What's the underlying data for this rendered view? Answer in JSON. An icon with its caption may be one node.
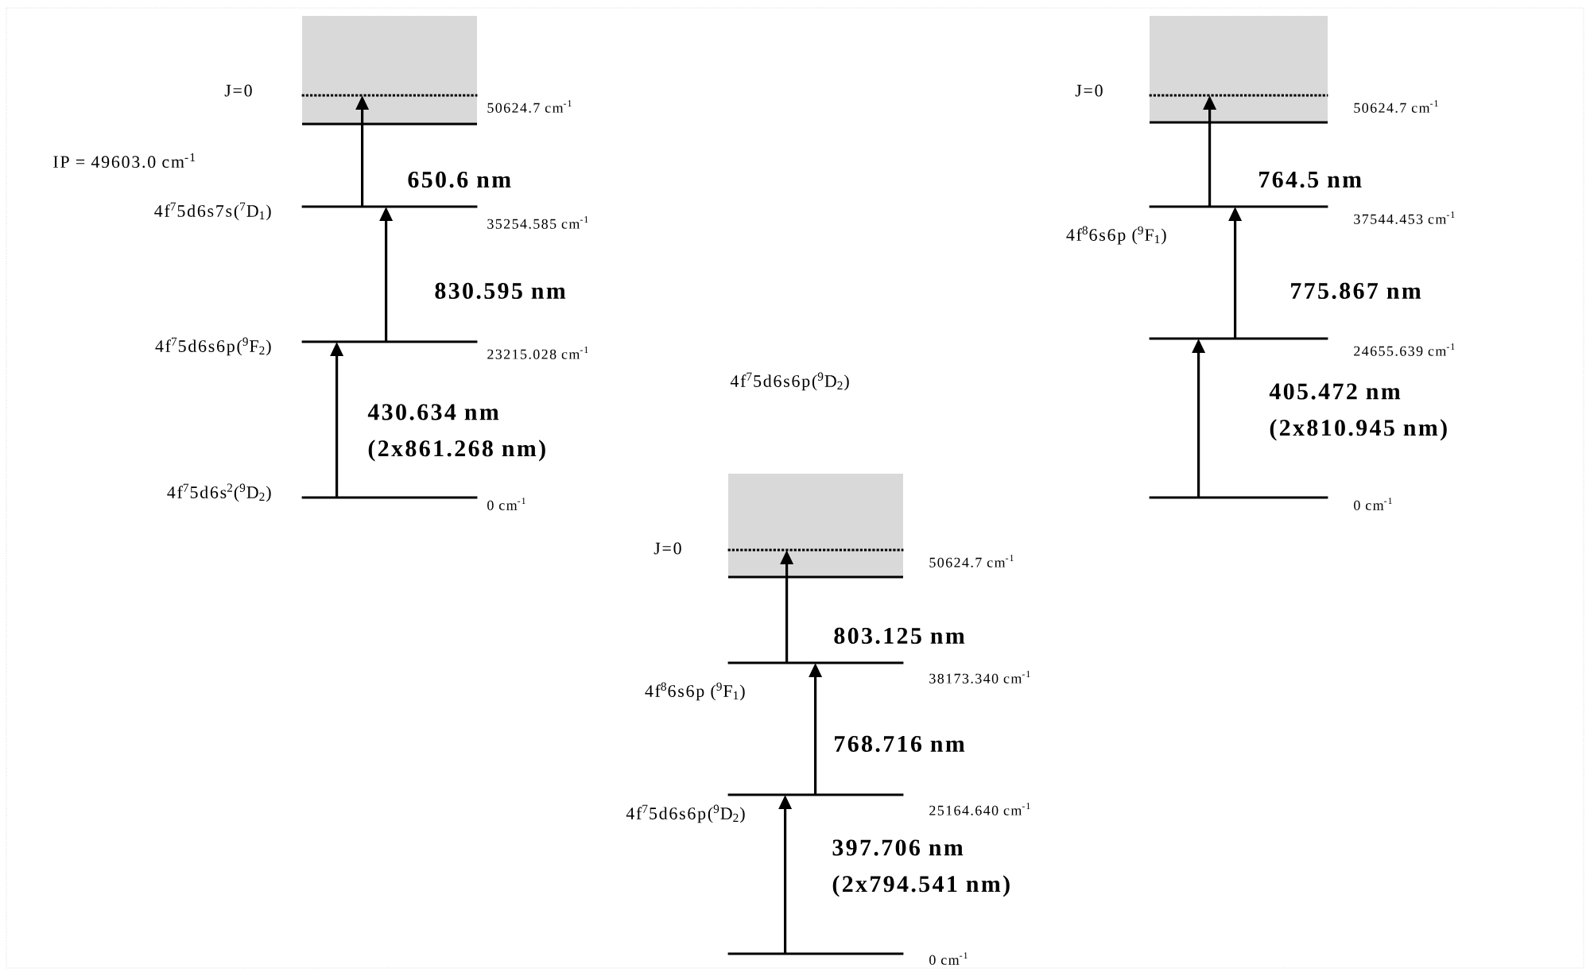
{
  "diagram": {
    "nodes": [
      {
        "text": [
          "J=0",
          "50624.7 cm$^{-1}$"
        ]
      },
      {
        "text": [
          "4f$^{7}$5d6s7s($^{7}$D$_{1}$)",
          "35254.585 cm$^{-1}$"
        ]
      },
      {
        "text": [
          "4f$^{7}$5d6s6p($^{9}$F$_{2}$)",
          "23215.028 cm$^{-1}$"
        ]
      },
      {
        "text": [
          "4f$^{7}$5d6s$^{2}$($^{9}$D$_{2}$)",
          "0 cm$^{-1}$"
        ]
      },
      {
        "text": [
          "J=0",
          "50624.7 cm$^{-1}$"
        ]
      },
      {
        "text": [
          "4f$^{8}$6s6p ($^{9}$F$_{1}$)",
          "37544.453 cm$^{-1}$"
        ]
      },
      {
        "text": [
          "4f$^{7}$5d6s6p($^{9}$D$_{2}$)",
          "24655.639 cm$^{-1}$"
        ]
      },
      {
        "text": [
          "0 cm$^{-1}$"
        ]
      },
      {
        "text": [
          "J=0",
          "50624.7 cm$^{-1}$"
        ]
      },
      {
        "text": [
          "4f$^{8}$6s6p ($^{9}$F$_{1}$)",
          "38173.340 cm$^{-1}$"
        ]
      },
      {
        "text": [
          "4f$^{7}$5d6s6p($^{9}$D$_{2}$)",
          "25164.640 cm$^{-1}$"
        ]
      },
      {
        "text": [
          "0 cm$^{-1}$"
        ]
      }
    ],
    "edges": [
      {
        "from": 3,
        "to": 2,
        "arrow": "to",
        "label": "430.634 nm (2x861.268 nm)"
      },
      {
        "from": 2,
        "to": 1,
        "arrow": "to",
        "label": "830.595 nm"
      },
      {
        "from": 1,
        "to": 0,
        "arrow": "to",
        "label": "650.6 nm"
      },
      {
        "from": 7,
        "to": 6,
        "arrow": "to",
        "label": "405.472 nm (2x810.945 nm)"
      },
      {
        "from": 6,
        "to": 5,
        "arrow": "to",
        "label": "775.867 nm"
      },
      {
        "from": 5,
        "to": 4,
        "arrow": "to",
        "label": "764.5 nm"
      },
      {
        "from": 11,
        "to": 10,
        "arrow": "to",
        "label": "397.706 nm (2x794.541 nm)"
      },
      {
        "from": 10,
        "to": 9,
        "arrow": "to",
        "label": "768.716 nm"
      },
      {
        "from": 9,
        "to": 8,
        "arrow": "to",
        "label": "803.125 nm"
      }
    ],
    "labels": [
      "IP = 49603.0 cm$^{-1}$"
    ]
  }
}
